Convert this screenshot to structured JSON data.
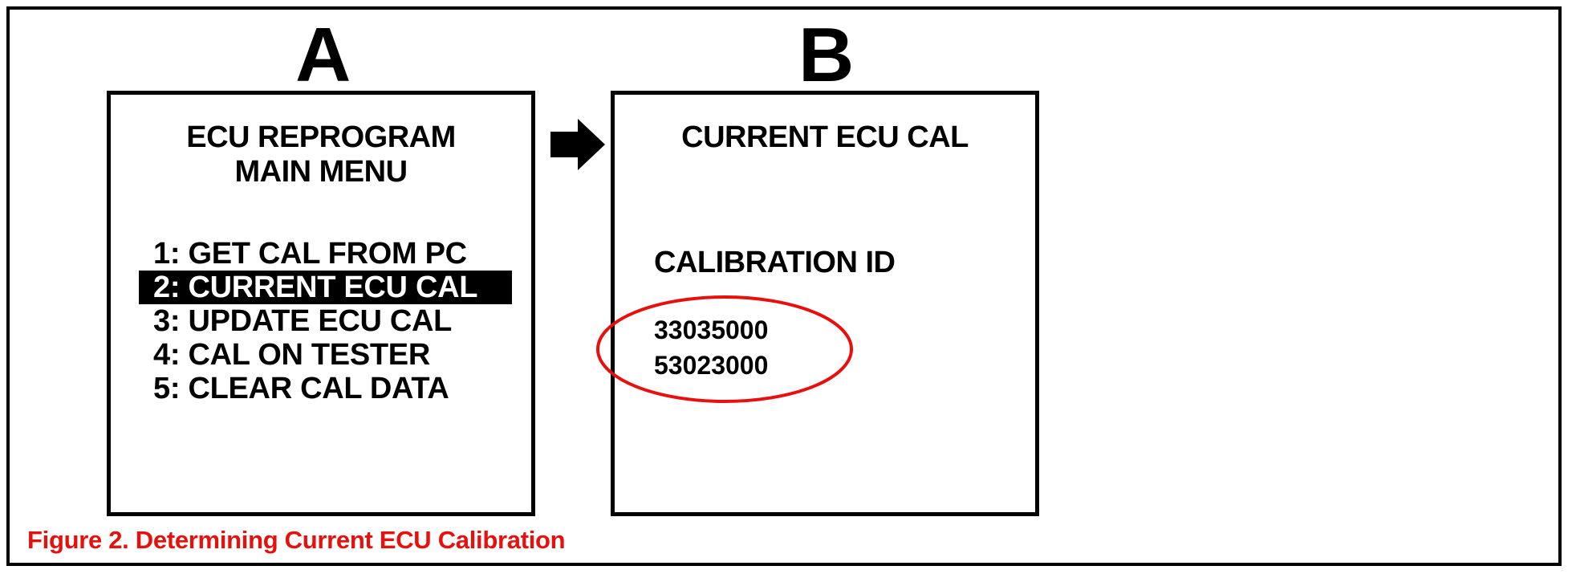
{
  "panels": {
    "a": {
      "letter": "A",
      "title_lines": [
        "ECU REPROGRAM",
        "MAIN MENU"
      ],
      "menu": [
        {
          "label": "1: GET CAL FROM PC",
          "selected": false
        },
        {
          "label": "2: CURRENT ECU CAL",
          "selected": true
        },
        {
          "label": "3: UPDATE ECU CAL",
          "selected": false
        },
        {
          "label": "4: CAL ON TESTER",
          "selected": false
        },
        {
          "label": "5: CLEAR CAL DATA",
          "selected": false
        }
      ]
    },
    "b": {
      "letter": "B",
      "title": "CURRENT ECU CAL",
      "label": "CALIBRATION ID",
      "ids": [
        "33035000",
        "53023000"
      ]
    }
  },
  "arrow_icon": "right-arrow-icon",
  "caption": "Figure 2. Determining Current ECU Calibration",
  "colors": {
    "caption": "#e8100c",
    "highlight_ellipse": "#e8100c",
    "selected_bg": "#000000",
    "selected_fg": "#ffffff"
  }
}
